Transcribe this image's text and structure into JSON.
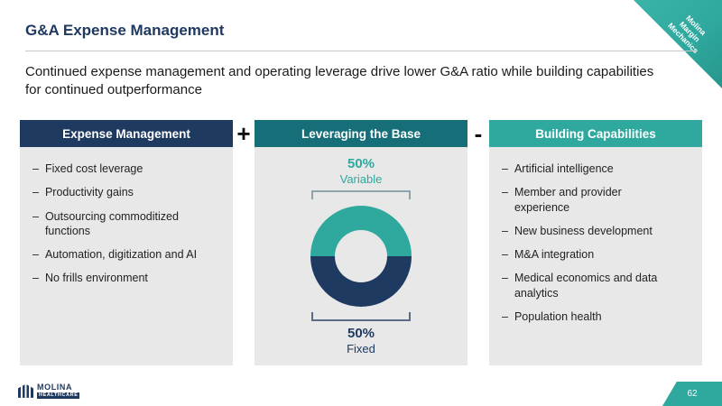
{
  "ribbon": {
    "text": "Molina Margin Mechanics"
  },
  "title": "G&A Expense Management",
  "subtitle": "Continued expense management and operating leverage drive lower G&A ratio while building capabilities for continued outperformance",
  "operators": {
    "plus": "+",
    "minus": "-"
  },
  "columns": {
    "expense": {
      "header": "Expense Management",
      "items": [
        "Fixed cost leverage",
        "Productivity gains",
        "Outsourcing commoditized functions",
        "Automation, digitization and AI",
        "No frills environment"
      ]
    },
    "leverage": {
      "header": "Leveraging the Base",
      "variable_pct": "50%",
      "variable_label": "Variable",
      "fixed_pct": "50%",
      "fixed_label": "Fixed"
    },
    "building": {
      "header": "Building Capabilities",
      "items": [
        "Artificial intelligence",
        "Member and provider experience",
        "New business development",
        "M&A integration",
        "Medical economics and data analytics",
        "Population health"
      ]
    }
  },
  "footer": {
    "logo_line1": "MOLINA",
    "logo_line2": "HEALTHCARE",
    "page_number": "62"
  },
  "colors": {
    "navy": "#1f3a60",
    "dark_teal": "#156e78",
    "teal": "#2fa99e",
    "body_gray": "#e8e8e8"
  },
  "chart_data": {
    "type": "pie",
    "title": "Leveraging the Base",
    "labels": [
      "Variable",
      "Fixed"
    ],
    "values": [
      50,
      50
    ],
    "colors": [
      "#2fa99e",
      "#1f3a60"
    ],
    "style": "donut",
    "annotations": [
      "50% Variable (top half)",
      "50% Fixed (bottom half)"
    ]
  }
}
